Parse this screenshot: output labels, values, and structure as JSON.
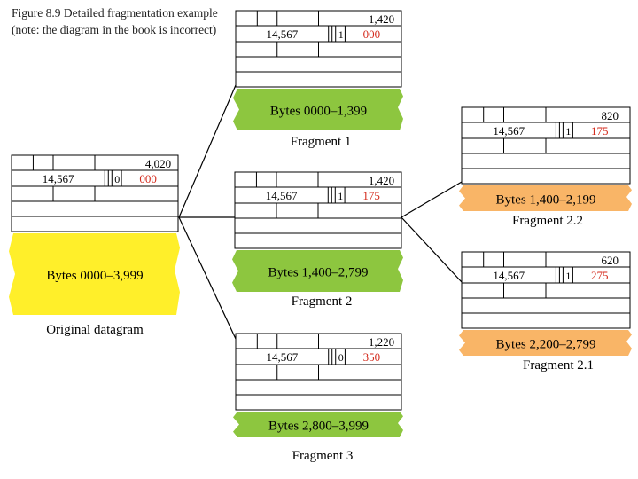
{
  "caption": "Figure 8.9 Detailed fragmentation example (note: the diagram in the book is incorrect)",
  "colors": {
    "original_payload": "#ffef2a",
    "fragment_payload": "#8dc63f",
    "subfragment_payload": "#f9b567",
    "offset_text": "#d42a1c",
    "line": "#000000",
    "text": "#000000"
  },
  "datagrams": [
    {
      "id": "original",
      "total_length": "4,020",
      "identification": "14,567",
      "flag_m": "0",
      "offset": "000",
      "payload": "Bytes 0000–3,999",
      "label": "Original datagram"
    },
    {
      "id": "fragment-1",
      "total_length": "1,420",
      "identification": "14,567",
      "flag_m": "1",
      "offset": "000",
      "payload": "Bytes 0000–1,399",
      "label": "Fragment 1"
    },
    {
      "id": "fragment-2",
      "total_length": "1,420",
      "identification": "14,567",
      "flag_m": "1",
      "offset": "175",
      "payload": "Bytes 1,400–2,799",
      "label": "Fragment 2"
    },
    {
      "id": "fragment-3",
      "total_length": "1,220",
      "identification": "14,567",
      "flag_m": "0",
      "offset": "350",
      "payload": "Bytes 2,800–3,999",
      "label": "Fragment 3"
    },
    {
      "id": "fragment-2-2",
      "total_length": "820",
      "identification": "14,567",
      "flag_m": "1",
      "offset": "175",
      "payload": "Bytes 1,400–2,199",
      "label": "Fragment 2.2"
    },
    {
      "id": "fragment-2-1",
      "total_length": "620",
      "identification": "14,567",
      "flag_m": "1",
      "offset": "275",
      "payload": "Bytes 2,200–2,799",
      "label": "Fragment 2.1"
    }
  ]
}
